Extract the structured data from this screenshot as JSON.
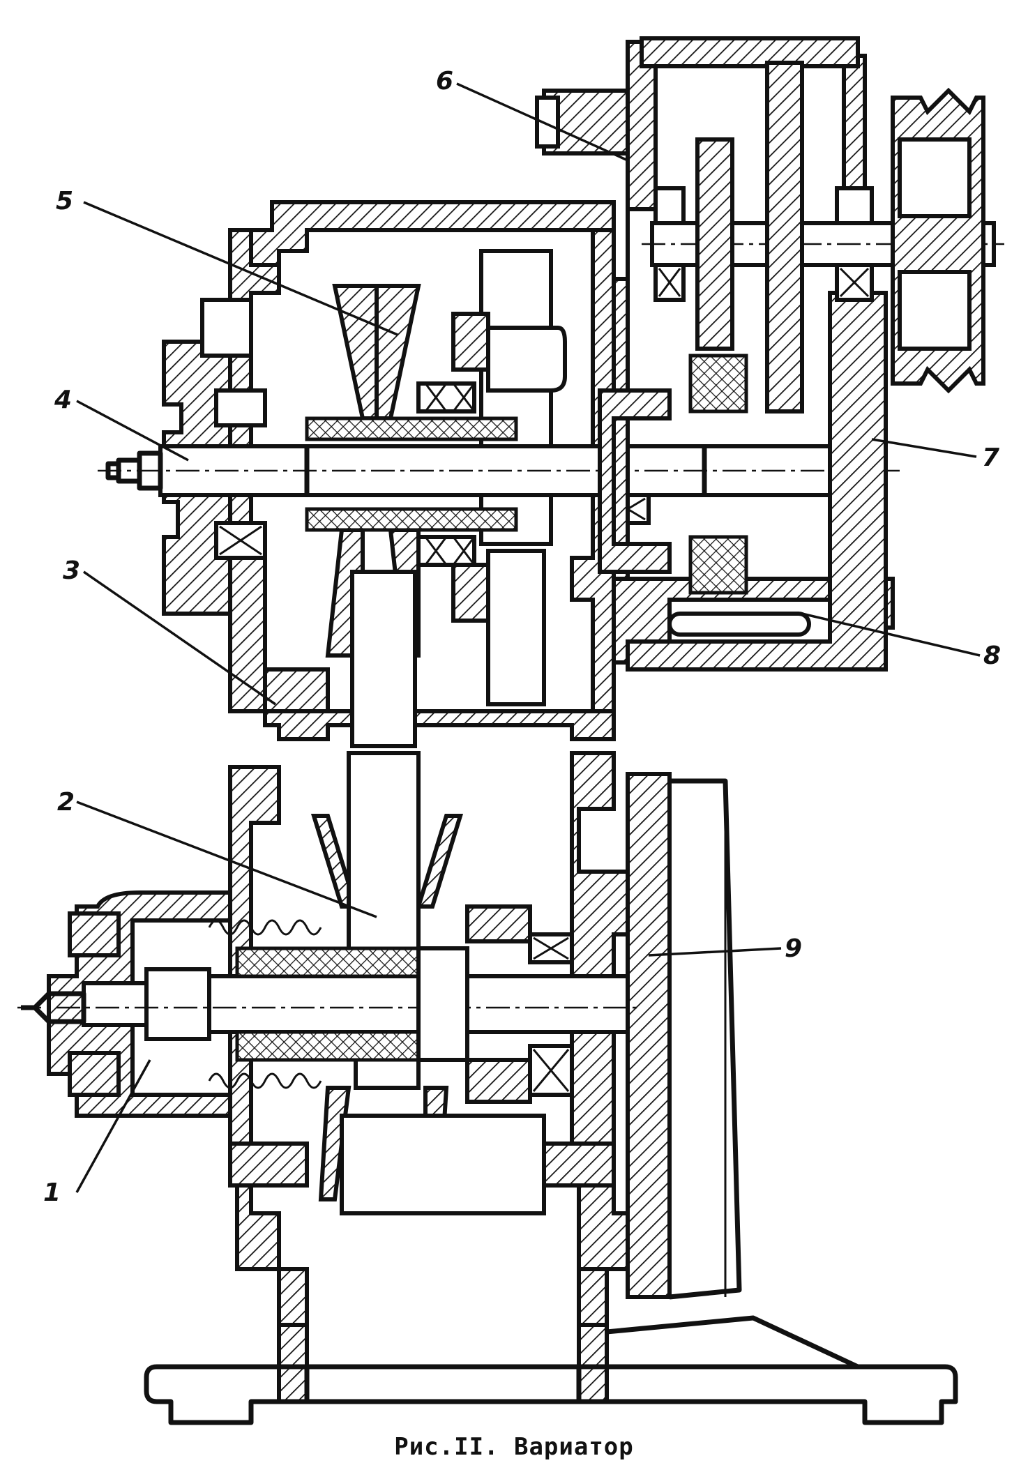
{
  "figure": {
    "caption": "Рис.II. Вариатор"
  },
  "callouts": [
    {
      "id": "1",
      "label": "1"
    },
    {
      "id": "2",
      "label": "2"
    },
    {
      "id": "3",
      "label": "3"
    },
    {
      "id": "4",
      "label": "4"
    },
    {
      "id": "5",
      "label": "5"
    },
    {
      "id": "6",
      "label": "6"
    },
    {
      "id": "7",
      "label": "7"
    },
    {
      "id": "8",
      "label": "8"
    },
    {
      "id": "9",
      "label": "9"
    }
  ],
  "style": {
    "ink": "#111111",
    "paper": "#ffffff"
  }
}
